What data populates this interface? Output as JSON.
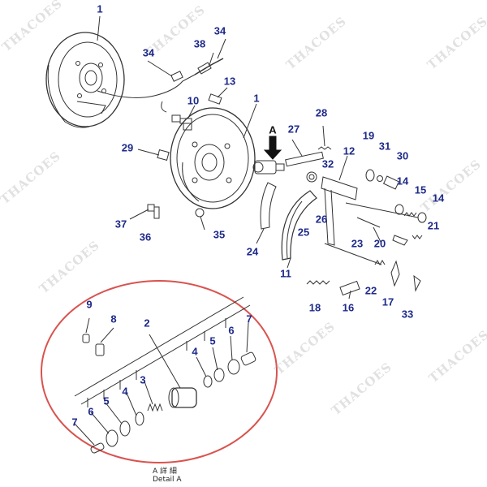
{
  "watermark": "THACOES",
  "arrow_label": "A",
  "detail_caption": {
    "jp": "A 詳 細",
    "en": "Detail A"
  },
  "callouts": [
    {
      "id": "c1a",
      "text": "1"
    },
    {
      "id": "c34a",
      "text": "34"
    },
    {
      "id": "c38",
      "text": "38"
    },
    {
      "id": "c34b",
      "text": "34"
    },
    {
      "id": "c13",
      "text": "13"
    },
    {
      "id": "c10",
      "text": "10"
    },
    {
      "id": "c1b",
      "text": "1"
    },
    {
      "id": "c28",
      "text": "28"
    },
    {
      "id": "c27",
      "text": "27"
    },
    {
      "id": "c29",
      "text": "29"
    },
    {
      "id": "c32",
      "text": "32"
    },
    {
      "id": "c12",
      "text": "12"
    },
    {
      "id": "c19",
      "text": "19"
    },
    {
      "id": "c31",
      "text": "31"
    },
    {
      "id": "c30",
      "text": "30"
    },
    {
      "id": "c14a",
      "text": "14"
    },
    {
      "id": "c15",
      "text": "15"
    },
    {
      "id": "c14b",
      "text": "14"
    },
    {
      "id": "c37",
      "text": "37"
    },
    {
      "id": "c36",
      "text": "36"
    },
    {
      "id": "c35",
      "text": "35"
    },
    {
      "id": "c26",
      "text": "26"
    },
    {
      "id": "c25",
      "text": "25"
    },
    {
      "id": "c23",
      "text": "23"
    },
    {
      "id": "c20",
      "text": "20"
    },
    {
      "id": "c21",
      "text": "21"
    },
    {
      "id": "c24",
      "text": "24"
    },
    {
      "id": "c11",
      "text": "11"
    },
    {
      "id": "c22",
      "text": "22"
    },
    {
      "id": "c18",
      "text": "18"
    },
    {
      "id": "c16",
      "text": "16"
    },
    {
      "id": "c17",
      "text": "17"
    },
    {
      "id": "c33",
      "text": "33"
    },
    {
      "id": "c9",
      "text": "9"
    },
    {
      "id": "c8",
      "text": "8"
    },
    {
      "id": "c2",
      "text": "2"
    },
    {
      "id": "c7a",
      "text": "7"
    },
    {
      "id": "c5a",
      "text": "5"
    },
    {
      "id": "c6a",
      "text": "6"
    },
    {
      "id": "c4a",
      "text": "4"
    },
    {
      "id": "c3",
      "text": "3"
    },
    {
      "id": "c4b",
      "text": "4"
    },
    {
      "id": "c5b",
      "text": "5"
    },
    {
      "id": "c6b",
      "text": "6"
    },
    {
      "id": "c7b",
      "text": "7"
    }
  ]
}
